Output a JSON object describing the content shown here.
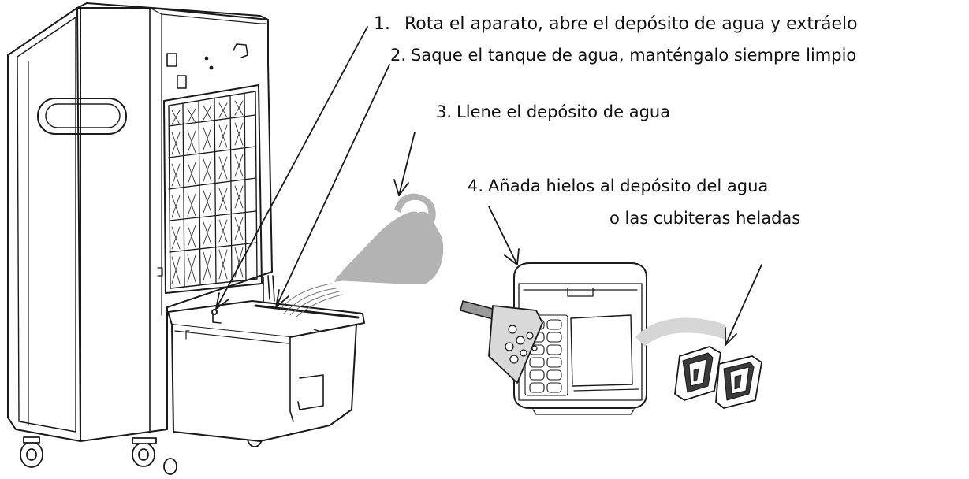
{
  "steps": [
    {
      "number": "1.",
      "text": "Rota el aparato, abre el depósito de agua y extráelo"
    },
    {
      "number": "2.",
      "text": "Saque el tanque de agua, manténgalo siempre limpio"
    },
    {
      "number": "3.",
      "text": "Llene el depósito de agua"
    },
    {
      "number": "4.",
      "text": "Añada hielos al depósito del agua",
      "continuation": "o las cubiteras heladas"
    }
  ],
  "colors": {
    "line": "#1a1a1a",
    "background": "#ffffff",
    "watering_can": "#b3b3b3",
    "ice_flow": "#d6d6d6"
  },
  "icons": [
    "air-cooler-unit",
    "water-tank",
    "watering-can",
    "ice-scoop",
    "ice-packs",
    "arrow"
  ]
}
